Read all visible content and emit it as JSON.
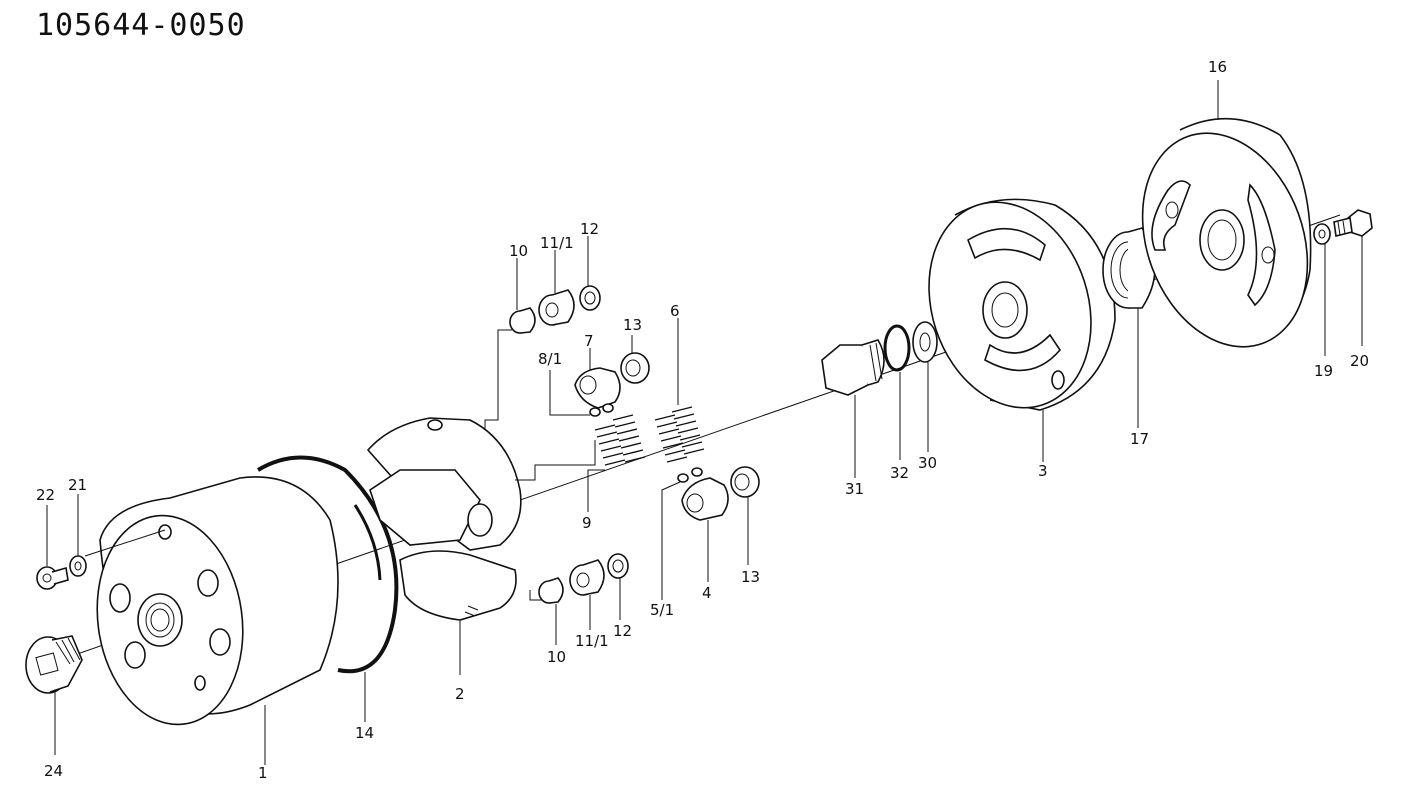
{
  "drawing_number": "105644-0050",
  "labels": {
    "l1": "1",
    "l2": "2",
    "l3": "3",
    "l4": "4",
    "l5": "5/1",
    "l6": "6",
    "l7": "7",
    "l8": "8/1",
    "l9": "9",
    "l10a": "10",
    "l10b": "10",
    "l11a": "11/1",
    "l11b": "11/1",
    "l12a": "12",
    "l12b": "12",
    "l13a": "13",
    "l13b": "13",
    "l14": "14",
    "l16": "16",
    "l17": "17",
    "l19": "19",
    "l20": "20",
    "l21": "21",
    "l22": "22",
    "l24": "24",
    "l30": "30",
    "l31": "31",
    "l32": "32"
  },
  "colors": {
    "ink": "#111111",
    "paper": "#ffffff"
  }
}
